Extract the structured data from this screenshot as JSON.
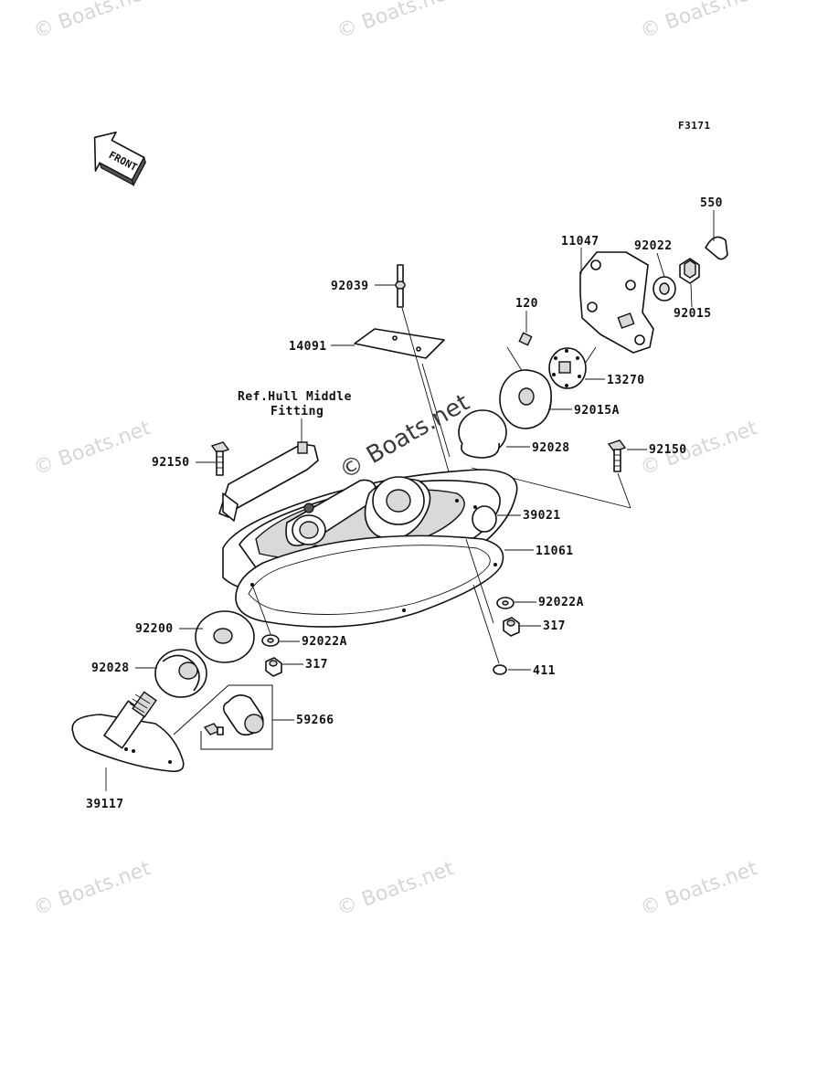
{
  "figure_code": "F3171",
  "front_arrow_label": "FRONT",
  "reference_note": {
    "line1": "Ref.Hull Middle",
    "line2": "Fitting"
  },
  "watermark_text": "© Boats.net",
  "center_watermark_text": "© Boats.net",
  "part_labels": [
    {
      "id": "550"
    },
    {
      "id": "11047"
    },
    {
      "id": "92022"
    },
    {
      "id": "92015"
    },
    {
      "id": "92039"
    },
    {
      "id": "120"
    },
    {
      "id": "14091"
    },
    {
      "id": "13270"
    },
    {
      "id": "92015A"
    },
    {
      "id": "92028"
    },
    {
      "id": "92150"
    },
    {
      "id": "92150"
    },
    {
      "id": "39021"
    },
    {
      "id": "11061"
    },
    {
      "id": "92022A"
    },
    {
      "id": "317"
    },
    {
      "id": "92200"
    },
    {
      "id": "92022A"
    },
    {
      "id": "317"
    },
    {
      "id": "92028"
    },
    {
      "id": "411"
    },
    {
      "id": "59266"
    },
    {
      "id": "39117"
    }
  ],
  "colors": {
    "line": "#111111",
    "watermark": "#d6d6d6",
    "part_fill": "#ffffff",
    "shade": "#d9d9d9"
  }
}
